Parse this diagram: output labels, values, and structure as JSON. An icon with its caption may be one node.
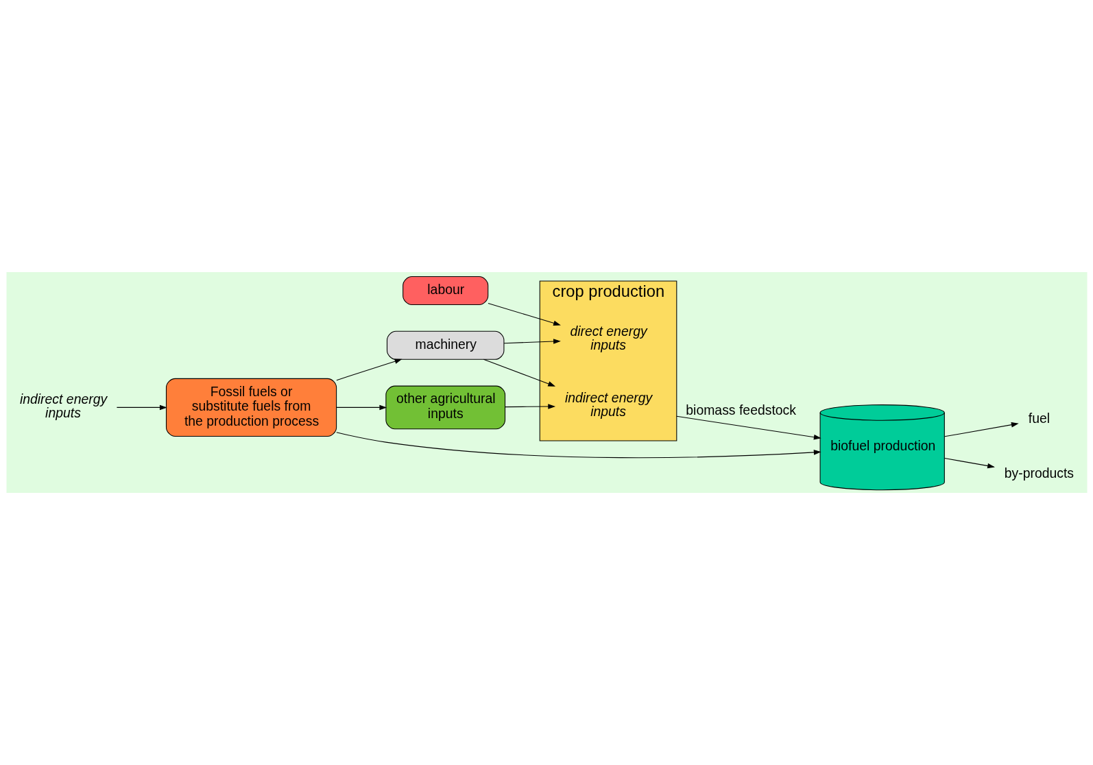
{
  "diagram": {
    "nodes": [
      {
        "text": [
          "indirect energy inputs"
        ]
      },
      {
        "text": [
          "Fossil fuels or substitute fuels from the production process"
        ]
      },
      {
        "text": [
          "labour"
        ]
      },
      {
        "text": [
          "machinery"
        ]
      },
      {
        "text": [
          "other agricultural inputs"
        ]
      },
      {
        "text": [
          "crop production"
        ]
      },
      {
        "text": [
          "direct energy inputs"
        ],
        "in": 5
      },
      {
        "text": [
          "indirect energy inputs"
        ],
        "in": 5
      },
      {
        "text": [
          "biofuel production"
        ]
      },
      {
        "text": [
          "fuel"
        ]
      },
      {
        "text": [
          "by-products"
        ]
      }
    ],
    "edges": [
      {
        "from": 0,
        "to": 1,
        "arrow": "to"
      },
      {
        "from": 2,
        "to": 6,
        "arrow": "to"
      },
      {
        "from": 3,
        "to": 6,
        "arrow": "to"
      },
      {
        "from": 3,
        "to": 7,
        "arrow": "to"
      },
      {
        "from": 4,
        "to": 7,
        "arrow": "to"
      },
      {
        "from": 1,
        "to": 3,
        "arrow": "to"
      },
      {
        "from": 1,
        "to": 4,
        "arrow": "to"
      },
      {
        "from": 1,
        "to": 8,
        "arrow": "to"
      },
      {
        "from": 5,
        "to": 8,
        "arrow": "to",
        "label": "biomass feedstock"
      },
      {
        "from": 8,
        "to": 9,
        "arrow": "to"
      },
      {
        "from": 8,
        "to": 10,
        "arrow": "to"
      }
    ]
  }
}
